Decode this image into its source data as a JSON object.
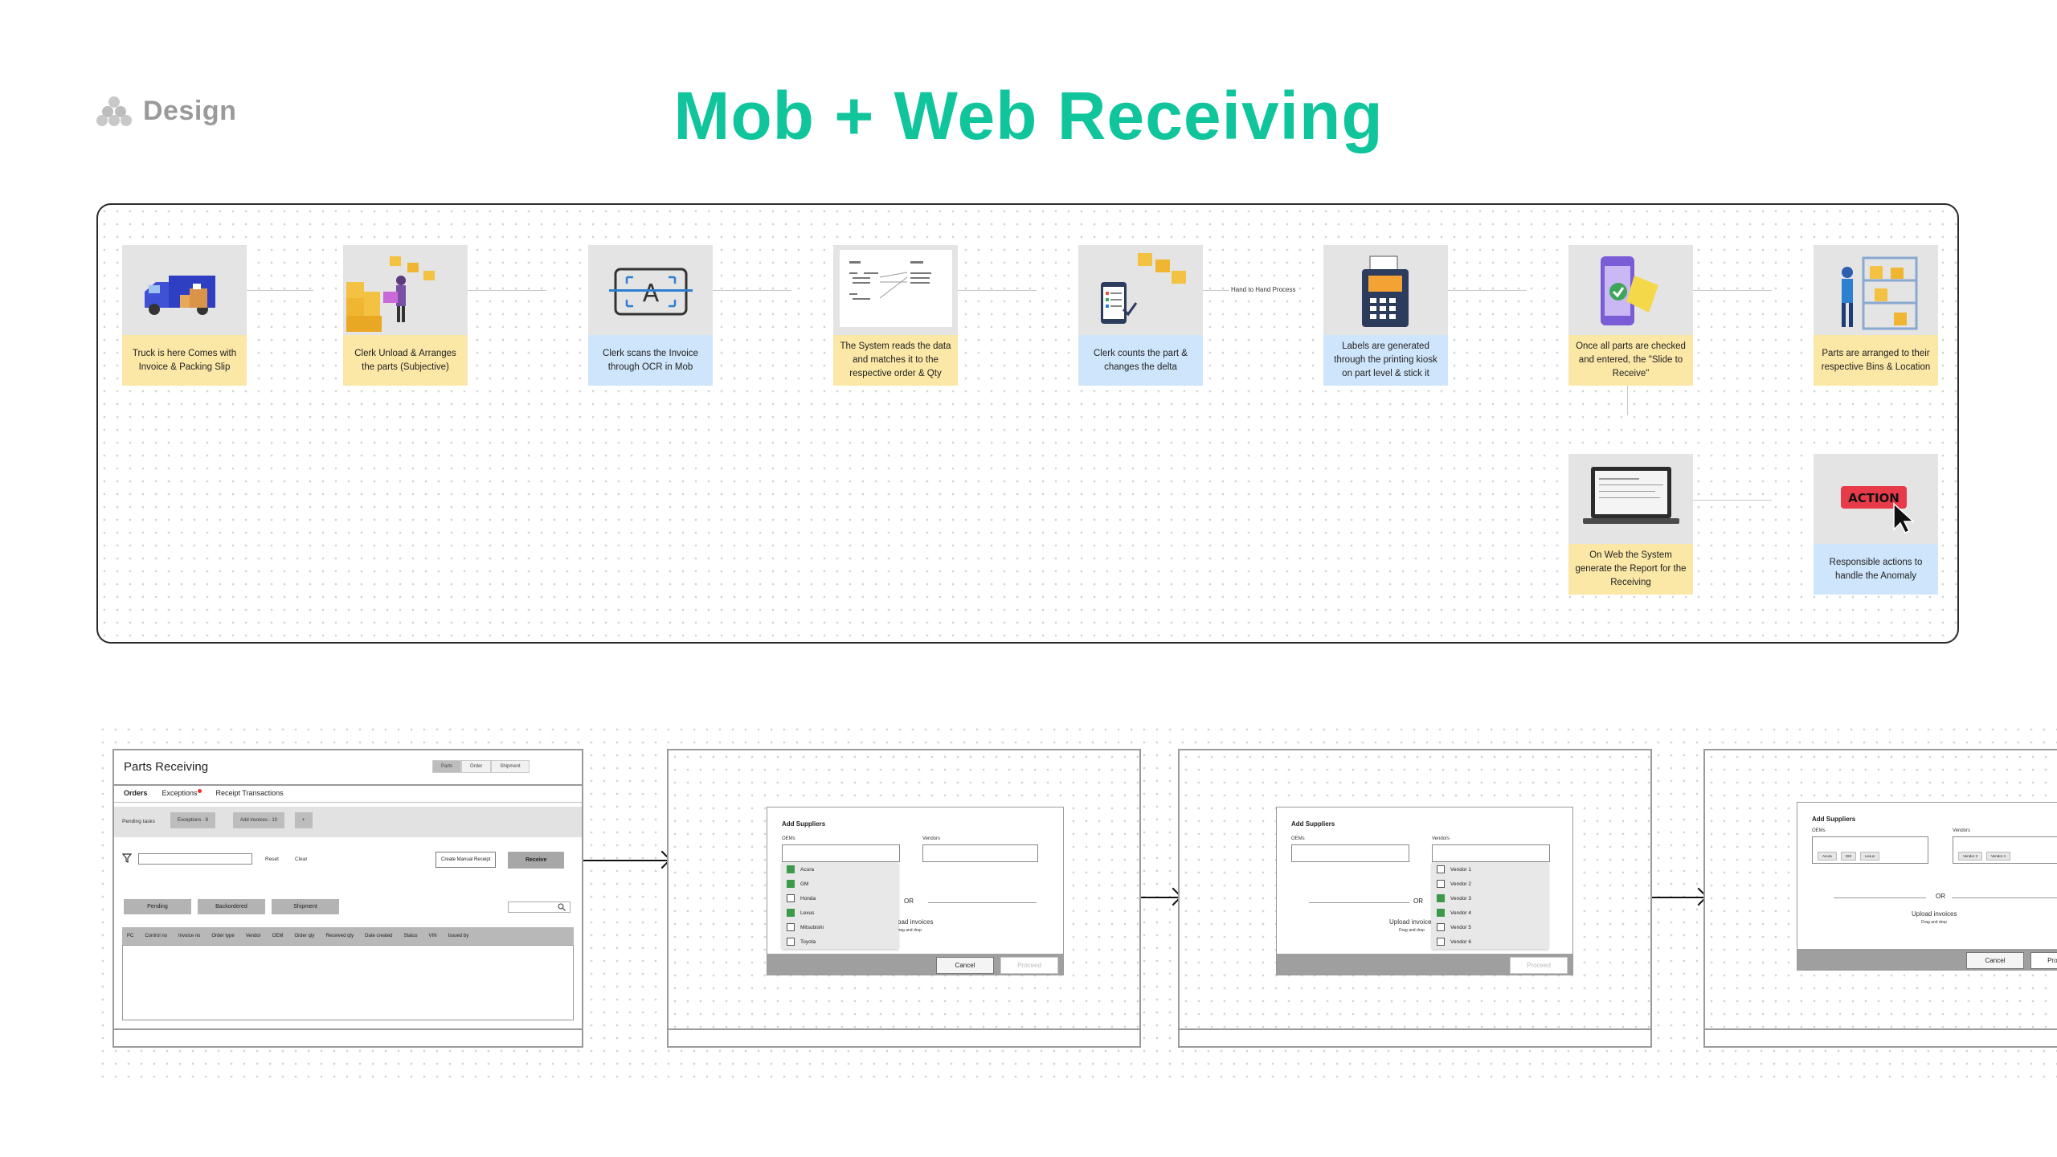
{
  "header": {
    "brand_label": "Design",
    "title": "Mob + Web Receiving"
  },
  "flow": {
    "hand_label": "Hand to Hand Process",
    "steps": [
      {
        "caption": "Truck is here Comes with Invoice & Packing Slip",
        "color": "yellow",
        "icon": "truck-icon"
      },
      {
        "caption": "Clerk Unload & Arranges the parts (Subjective)",
        "color": "yellow",
        "icon": "clerk-boxes-icon"
      },
      {
        "caption": "Clerk scans the Invoice through OCR in Mob",
        "color": "blue",
        "icon": "ocr-scan-icon"
      },
      {
        "caption": "The System reads the data and matches it to the respective order & Qty",
        "color": "yellow",
        "icon": "data-match-icon"
      },
      {
        "caption": "Clerk counts the part & changes the delta",
        "color": "blue",
        "icon": "phone-checklist-icon"
      },
      {
        "caption": "Labels are generated through the printing kiosk on part level & stick it",
        "color": "blue",
        "icon": "printer-kiosk-icon"
      },
      {
        "caption": "Once all parts are checked and entered, the \"Slide to Receive\"",
        "color": "yellow",
        "icon": "slide-to-receive-icon"
      },
      {
        "caption": "Parts are arranged to their respective Bins & Location",
        "color": "yellow",
        "icon": "shelf-bins-icon"
      },
      {
        "caption": "On Web the System generate the Report for the Receiving",
        "color": "yellow",
        "icon": "laptop-report-icon"
      },
      {
        "caption": "Responsible actions to handle the Anomaly",
        "color": "blue",
        "icon": "action-cursor-icon",
        "action_text": "ACTION"
      }
    ]
  },
  "wireframes": {
    "parts_receiving": {
      "title": "Parts Receiving",
      "segments": [
        "Parts",
        "Order",
        "Shipment"
      ],
      "tabs": [
        "Orders",
        "Exceptions",
        "Receipt Transactions"
      ],
      "pending_label": "Pending tasks",
      "chips": [
        "Exceptions · 8",
        "Add invoices · 10",
        "+"
      ],
      "reset_label": "Reset",
      "clear_label": "Clear",
      "create_manual_label": "Create Manual Receipt",
      "receive_label": "Receive",
      "filters": [
        "Pending",
        "Backordered",
        "Shipment"
      ],
      "columns": [
        "PC",
        "Control no",
        "Invoice no",
        "Order type",
        "Vendor",
        "OEM",
        "Order qty",
        "Received qty",
        "Date created",
        "Status",
        "VIN",
        "Issued by"
      ]
    },
    "dialog": {
      "title": "Add Suppliers",
      "oems_label": "OEMs",
      "vendors_label": "Vendors",
      "or_label": "OR",
      "upload_label": "Upload invoices",
      "upload_sub": "Drag and drop",
      "cancel_label": "Cancel",
      "proceed_label": "Proceed"
    },
    "oem_options": [
      {
        "label": "Acura",
        "checked": true
      },
      {
        "label": "GM",
        "checked": true
      },
      {
        "label": "Honda",
        "checked": false
      },
      {
        "label": "Lexus",
        "checked": true
      },
      {
        "label": "Mitsubishi",
        "checked": false
      },
      {
        "label": "Toyota",
        "checked": false
      }
    ],
    "vendor_options": [
      {
        "label": "Vendor 1",
        "checked": false
      },
      {
        "label": "Vendor 2",
        "checked": false
      },
      {
        "label": "Vendor 3",
        "checked": true
      },
      {
        "label": "Vendor 4",
        "checked": true
      },
      {
        "label": "Vendor 5",
        "checked": false
      },
      {
        "label": "Vendor 6",
        "checked": false
      }
    ],
    "selected_oem_tags": [
      "Acura",
      "GM",
      "Lexus"
    ],
    "selected_vendor_tags": [
      "Vendor 3",
      "Vendor 4"
    ]
  }
}
